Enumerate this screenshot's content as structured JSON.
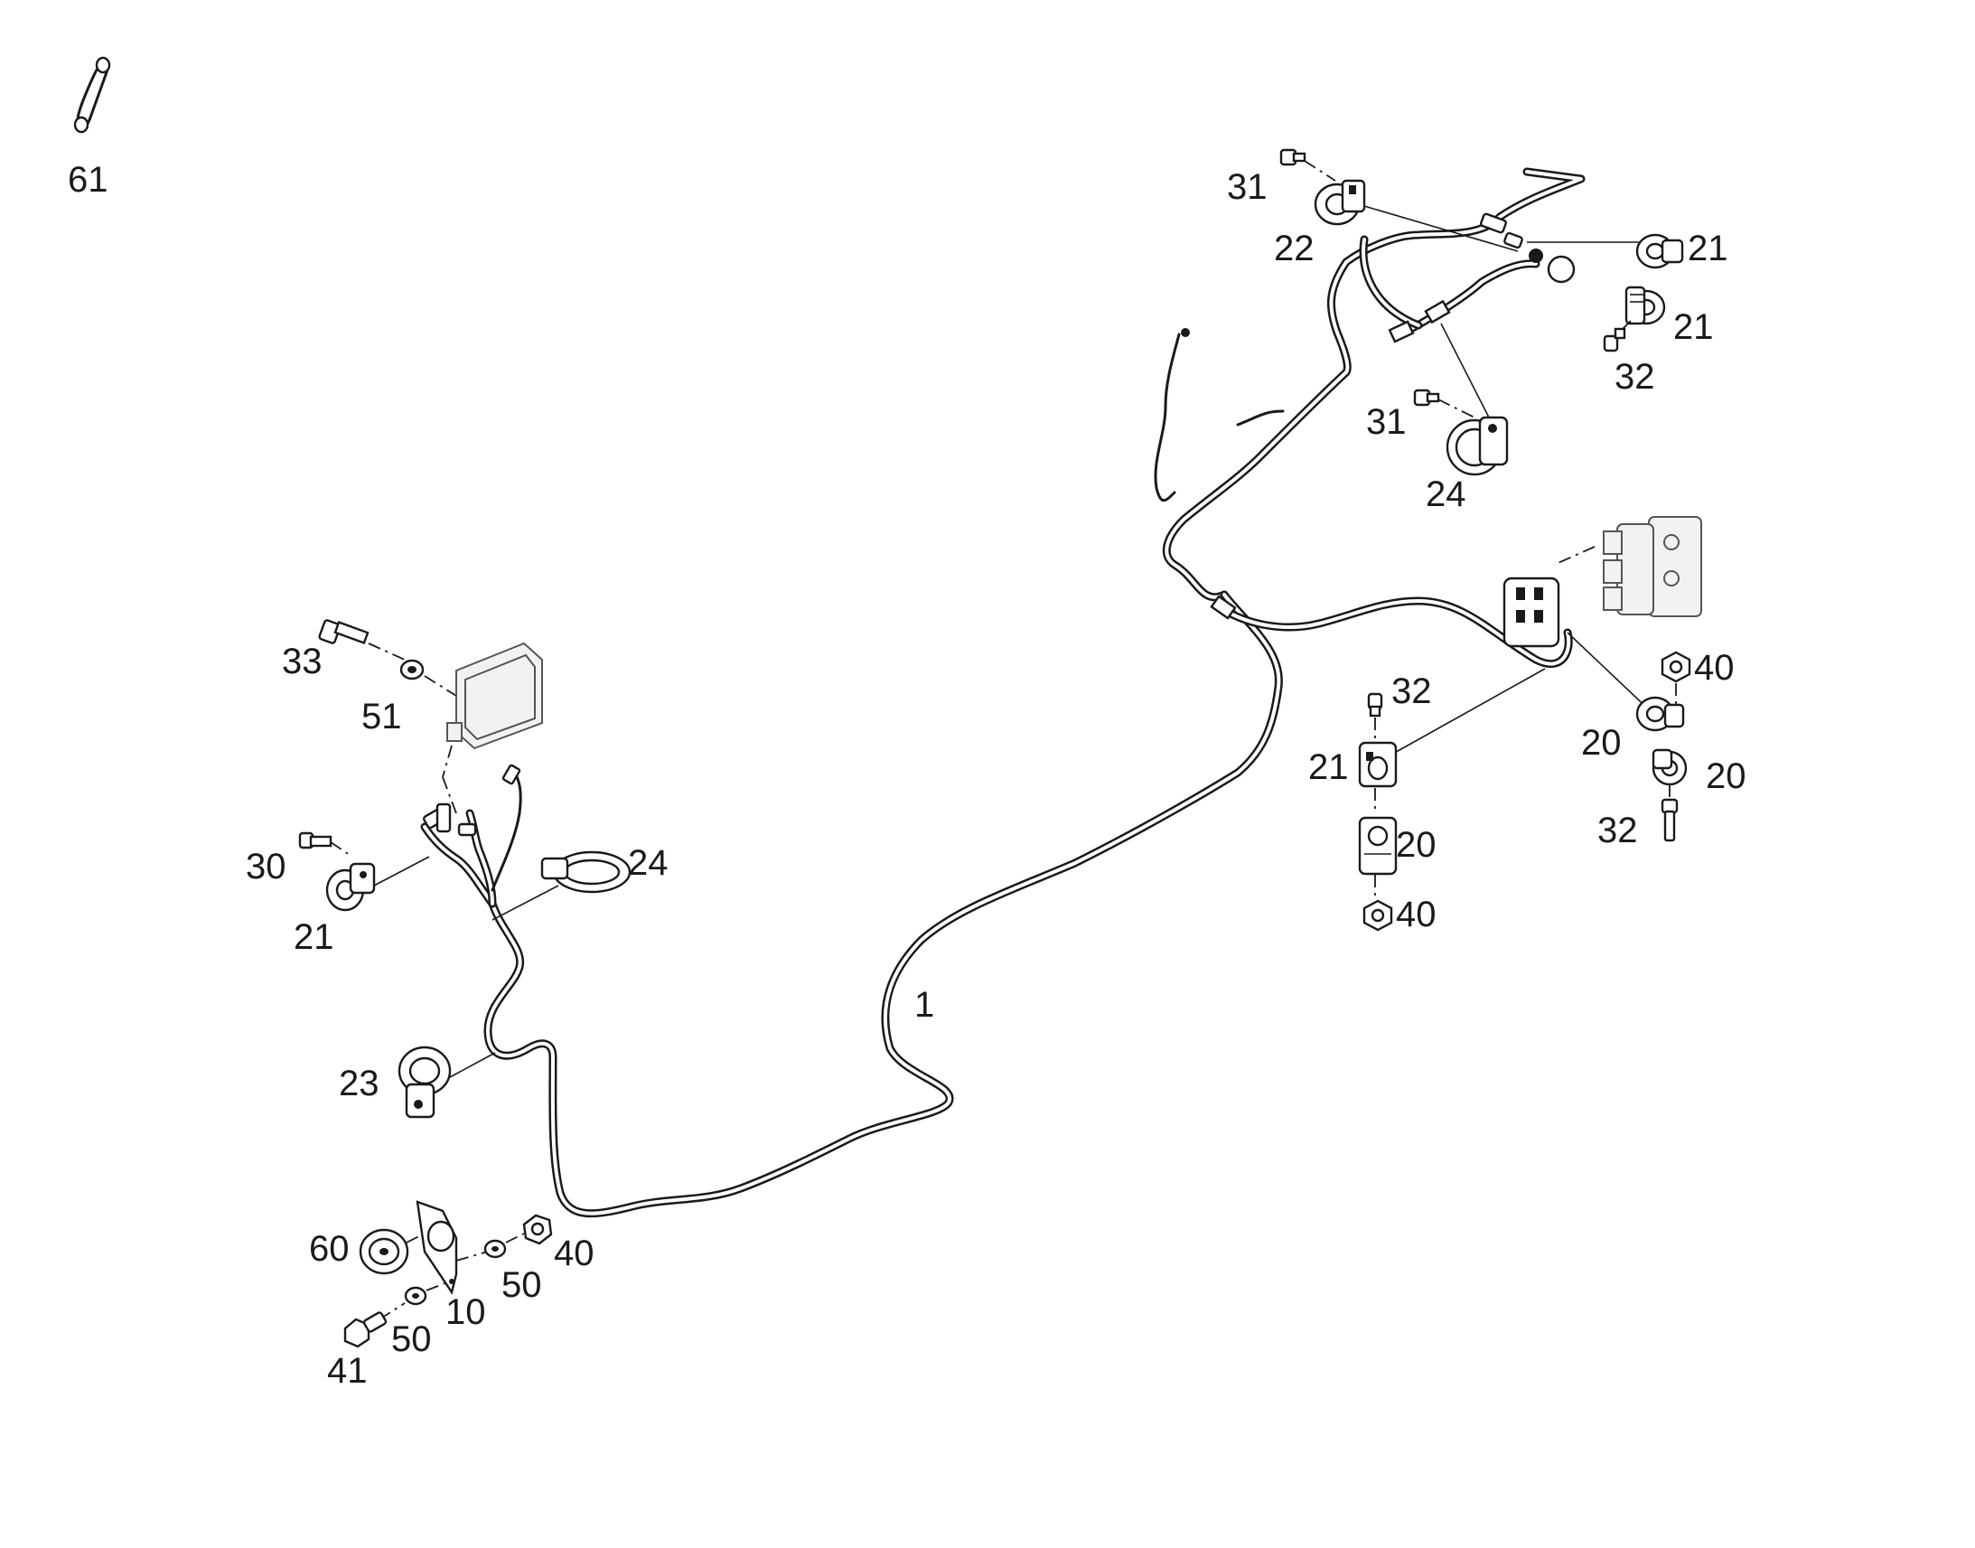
{
  "diagram": {
    "callouts": [
      "61",
      "31",
      "22",
      "21",
      "21",
      "32",
      "31",
      "24",
      "40",
      "20",
      "20",
      "32",
      "21",
      "20",
      "40",
      "32",
      "33",
      "51",
      "30",
      "21",
      "24",
      "1",
      "23",
      "60",
      "40",
      "50",
      "10",
      "50",
      "41"
    ]
  }
}
